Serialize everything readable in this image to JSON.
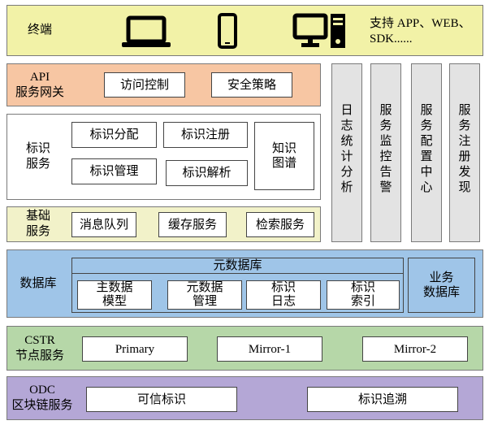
{
  "layers": {
    "terminal": {
      "label": "终端",
      "support_line1": "支持 APP、WEB、",
      "support_line2": "SDK......",
      "icons": [
        "laptop-icon",
        "smartphone-icon",
        "desktop-computer-icon"
      ],
      "color": "#f2f2a7"
    },
    "api_gateway": {
      "label_line1": "API",
      "label_line2": "服务网关",
      "boxes": [
        "访问控制",
        "安全策略"
      ],
      "color": "#f7c6a3"
    },
    "identifier_service": {
      "label_line1": "标识",
      "label_line2": "服务",
      "boxes": [
        "标识分配",
        "标识注册",
        "标识管理",
        "标识解析"
      ],
      "knowledge_graph_line1": "知识",
      "knowledge_graph_line2": "图谱",
      "color": "#ffffff"
    },
    "basic_service": {
      "label_line1": "基础",
      "label_line2": "服务",
      "boxes": [
        "消息队列",
        "缓存服务",
        "检索服务"
      ],
      "color": "#f2f2c9"
    },
    "side_columns": [
      "日志统计分析",
      "服务监控告警",
      "服务配置中心",
      "服务注册发现"
    ],
    "database": {
      "label": "数据库",
      "metadata_title": "元数据库",
      "metadata_boxes": [
        {
          "line1": "主数据",
          "line2": "模型"
        },
        {
          "line1": "元数据",
          "line2": "管理"
        },
        {
          "line1": "标识",
          "line2": "日志"
        },
        {
          "line1": "标识",
          "line2": "索引"
        }
      ],
      "business_db_line1": "业务",
      "business_db_line2": "数据库",
      "color": "#9fc5e8"
    },
    "cstr": {
      "label_line1": "CSTR",
      "label_line2": "节点服务",
      "boxes": [
        "Primary",
        "Mirror-1",
        "Mirror-2"
      ],
      "color": "#b6d7a8"
    },
    "odc": {
      "label_line1": "ODC",
      "label_line2": "区块链服务",
      "boxes": [
        "可信标识",
        "标识追溯"
      ],
      "color": "#b4a7d6"
    }
  }
}
